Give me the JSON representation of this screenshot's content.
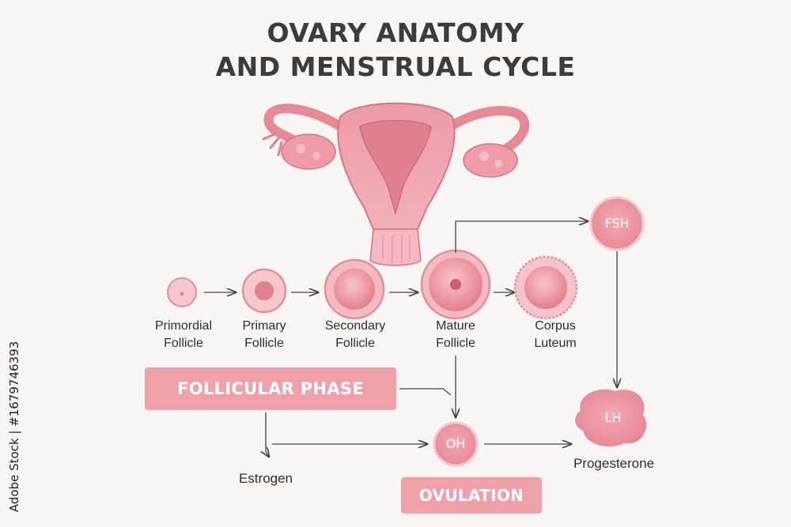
{
  "title": {
    "line1": "OVARY ANATOMY",
    "line2": "AND MENSTRUAL CYCLE"
  },
  "follicles": [
    {
      "line1": "Primordial",
      "line2": "Follicle"
    },
    {
      "line1": "Primary",
      "line2": "Follicle"
    },
    {
      "line1": "Secondary",
      "line2": "Follicle"
    },
    {
      "line1": "Mature",
      "line2": "Follicle"
    },
    {
      "line1": "Corpus",
      "line2": "Luteum"
    }
  ],
  "hormones": {
    "fsh": "FSH",
    "lh": "LH",
    "oh": "OH"
  },
  "phases": {
    "follicular": "FOLLICULAR PHASE",
    "ovulation": "OVULATION"
  },
  "outputs": {
    "estrogen": "Estrogen",
    "progesterone": "Progesterone"
  },
  "watermark": {
    "stock_id": "Adobe Stock | #1679746393"
  },
  "colors": {
    "accent_pink": "#f0a0a8",
    "node_pink": "#ea8c98",
    "tissue_pink": "#e58a95",
    "arrow": "#444444",
    "title": "#3c3c3c"
  },
  "icons": {
    "uterus": "uterus-ovaries-illustration",
    "follicle": "follicle-cell-icon"
  }
}
